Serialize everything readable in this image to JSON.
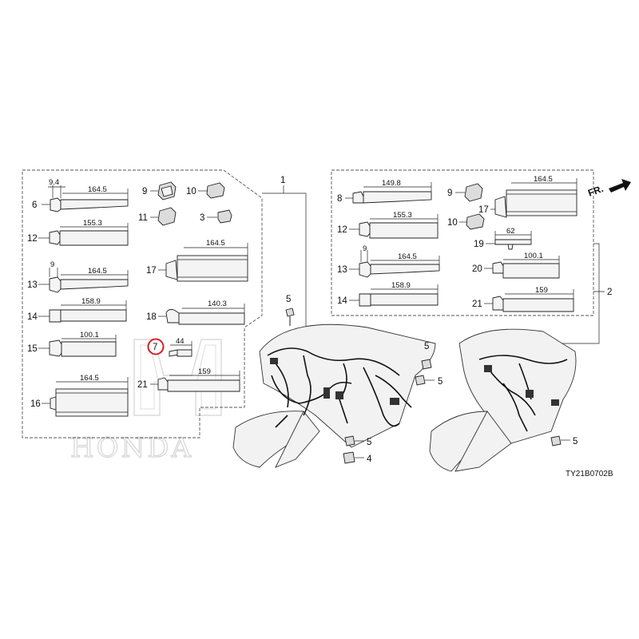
{
  "watermark": "HONDA",
  "diagram_code": "TY21B0702B",
  "front_label": "FR.",
  "highlighted_callout": "7",
  "callouts": {
    "c1": "1",
    "c2": "2",
    "c3": "3",
    "c4": "4",
    "c5": "5",
    "c6": "6",
    "c7": "7",
    "c8": "8",
    "c9": "9",
    "c10": "10",
    "c11": "11",
    "c12": "12",
    "c13": "13",
    "c14": "14",
    "c15": "15",
    "c16": "16",
    "c17": "17",
    "c18": "18",
    "c19": "19",
    "c20": "20",
    "c21": "21"
  },
  "dimensions": {
    "d9_4": "9.4",
    "d164_5": "164.5",
    "d155_3": "155.3",
    "d9": "9",
    "d158_9": "158.9",
    "d100_1": "100.1",
    "d140_3": "140.3",
    "d44": "44",
    "d159": "159",
    "d149_8": "149.8",
    "d62": "62"
  },
  "colors": {
    "highlight": "#d42020",
    "line": "#222222",
    "watermark": "#d6d6d6"
  }
}
